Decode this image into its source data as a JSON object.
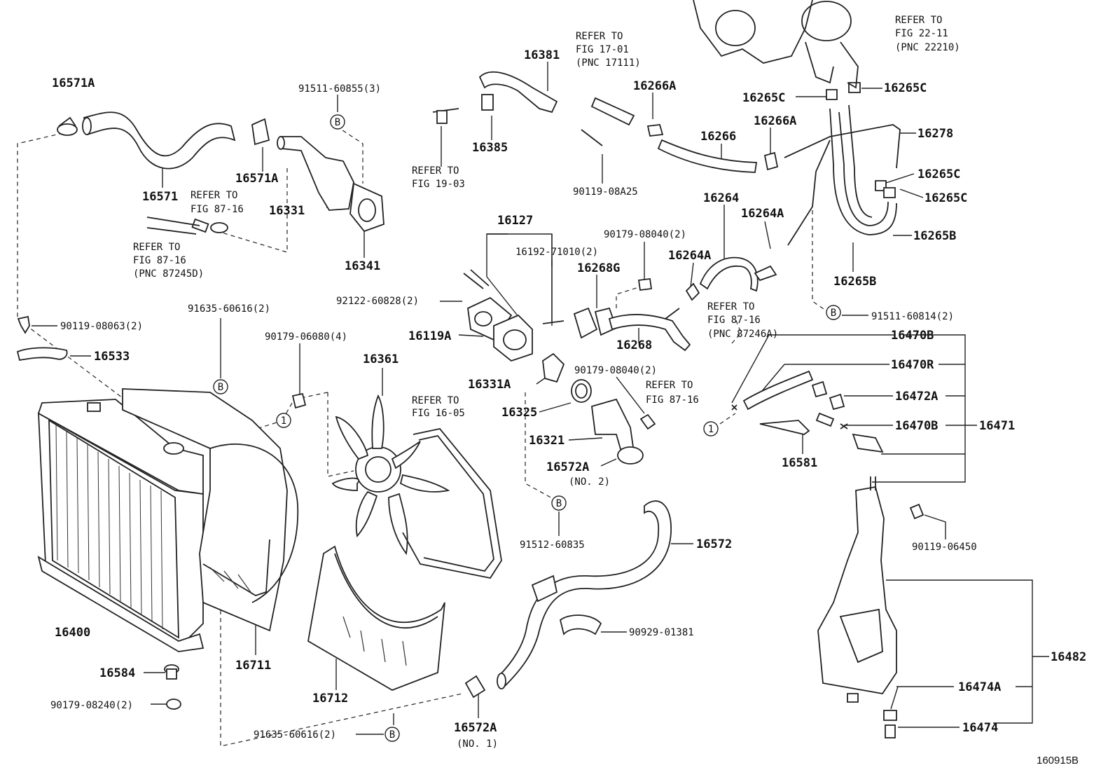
{
  "figure_id": "160915B",
  "markers": {
    "b": "B",
    "one": "1"
  },
  "labels": {
    "p16571A_top": "16571A",
    "p16571": "16571",
    "p16571A_mid": "16571A",
    "p91511_60855": "91511-60855(3)",
    "p16331": "16331",
    "p16341": "16341",
    "p16381": "16381",
    "p16385": "16385",
    "p90119_08A25": "90119-08A25",
    "p16266A_a": "16266A",
    "p16266": "16266",
    "p16266A_b": "16266A",
    "p16265C_a": "16265C",
    "p16265C_b": "16265C",
    "p16278": "16278",
    "p16265C_c": "16265C",
    "p16265C_d": "16265C",
    "p16265B_a": "16265B",
    "p16265B_b": "16265B",
    "p16264": "16264",
    "p16264A_a": "16264A",
    "p16264A_b": "16264A",
    "p91511_60814": "91511-60814(2)",
    "p16127": "16127",
    "p16192_71010": "16192-71010(2)",
    "p90179_08040_a": "90179-08040(2)",
    "p16268G": "16268G",
    "p92122_60828": "92122-60828(2)",
    "p16119A": "16119A",
    "p16268": "16268",
    "p16331A": "16331A",
    "p90179_08040_b": "90179-08040(2)",
    "p16325": "16325",
    "p16321": "16321",
    "p16572A_no2": "16572A",
    "no2": "(NO. 2)",
    "p16361": "16361",
    "p91512_60835": "91512-60835",
    "p16572": "16572",
    "p90929_01381": "90929-01381",
    "p16572A_no1": "16572A",
    "no1": "(NO. 1)",
    "p91635_60616_a": "91635-60616(2)",
    "p91635_60616_b": "91635-60616(2)",
    "p90179_06080": "90179-06080(4)",
    "p90119_08063": "90119-08063(2)",
    "p16533": "16533",
    "p16400": "16400",
    "p16711": "16711",
    "p16712": "16712",
    "p16584": "16584",
    "p90179_08240": "90179-08240(2)",
    "p16470B_a": "16470B",
    "p16470R": "16470R",
    "p16472A": "16472A",
    "p16470B_b": "16470B",
    "p16471": "16471",
    "p16581": "16581",
    "p90119_06450": "90119-06450",
    "p16482": "16482",
    "p16474A": "16474A",
    "p16474": "16474"
  },
  "refs": {
    "r1": [
      "REFER TO",
      "FIG 17-01",
      "(PNC 17111)"
    ],
    "r2": [
      "REFER TO",
      "FIG 22-11",
      "(PNC 22210)"
    ],
    "r3": [
      "REFER TO",
      "FIG 19-03"
    ],
    "r4": [
      "REFER TO",
      "FIG 87-16"
    ],
    "r5": [
      "REFER TO",
      "FIG 87-16",
      "(PNC 87245D)"
    ],
    "r6": [
      "REFER TO",
      "FIG 87-16",
      "(PNC 87246A)"
    ],
    "r7": [
      "REFER TO",
      "FIG 87-16"
    ],
    "r8": [
      "REFER TO",
      "FIG 16-05"
    ]
  }
}
